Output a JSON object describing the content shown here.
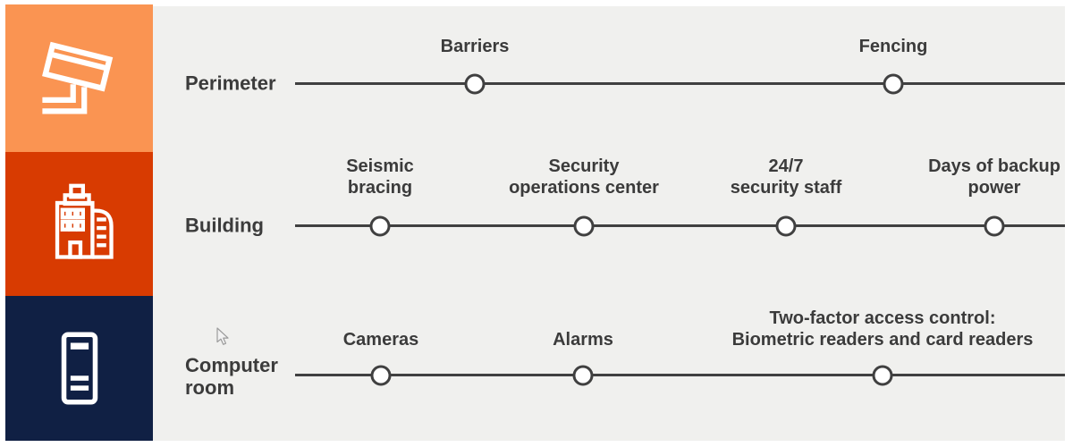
{
  "colors": {
    "page_bg": "#ffffff",
    "panel_bg": "#f0f0ee",
    "line": "#404040",
    "text": "#3b3b3b",
    "node_fill": "#ffffff",
    "tile_perimeter": "#fa9452",
    "tile_building": "#d83b01",
    "tile_computer_room": "#102044",
    "icon_color": "#ffffff"
  },
  "rows": [
    {
      "label": "Perimeter",
      "icon": "security-camera-icon",
      "nodes": [
        {
          "label": "Barriers"
        },
        {
          "label": "Fencing"
        }
      ]
    },
    {
      "label": "Building",
      "icon": "building-icon",
      "nodes": [
        {
          "label": "Seismic\nbracing"
        },
        {
          "label": "Security\noperations center"
        },
        {
          "label": "24/7\nsecurity staff"
        },
        {
          "label": "Days of backup\npower"
        }
      ]
    },
    {
      "label": "Computer\nroom",
      "icon": "server-rack-icon",
      "nodes": [
        {
          "label": "Cameras"
        },
        {
          "label": "Alarms"
        },
        {
          "label": "Two-factor access control:\nBiometric readers and card readers"
        }
      ]
    }
  ],
  "cursor": {
    "icon": "mouse-pointer-icon"
  }
}
